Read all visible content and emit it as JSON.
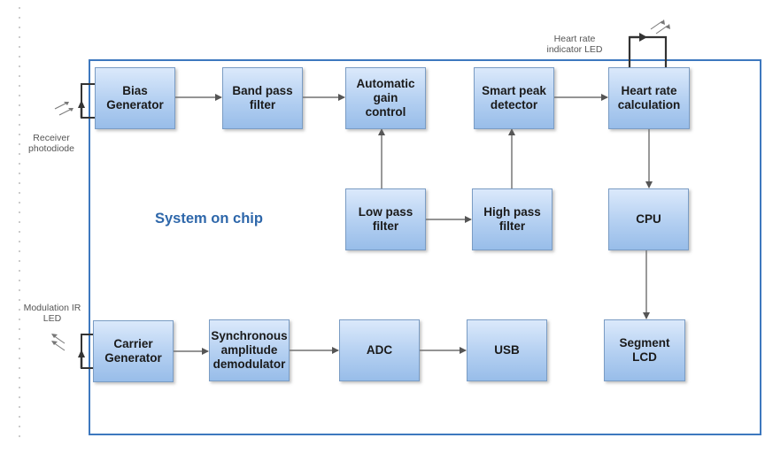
{
  "soc_label": "System on chip",
  "blocks": {
    "bias": "Bias\nGenerator",
    "bandpass": "Band pass\nfilter",
    "agc": "Automatic\ngain\ncontrol",
    "peak": "Smart peak\ndetector",
    "hr": "Heart rate\ncalculation",
    "lowpass": "Low pass\nfilter",
    "highpass": "High pass\nfilter",
    "cpu": "CPU",
    "carrier": "Carrier\nGenerator",
    "sync": "Synchronous\namplitude\ndemodulator",
    "adc": "ADC",
    "usb": "USB",
    "lcd": "Segment\nLCD"
  },
  "external": {
    "receiver": "Receiver\nphotodiode",
    "ir_led": "Modulation IR\nLED",
    "hr_led": "Heart  rate\nindicator LED"
  }
}
